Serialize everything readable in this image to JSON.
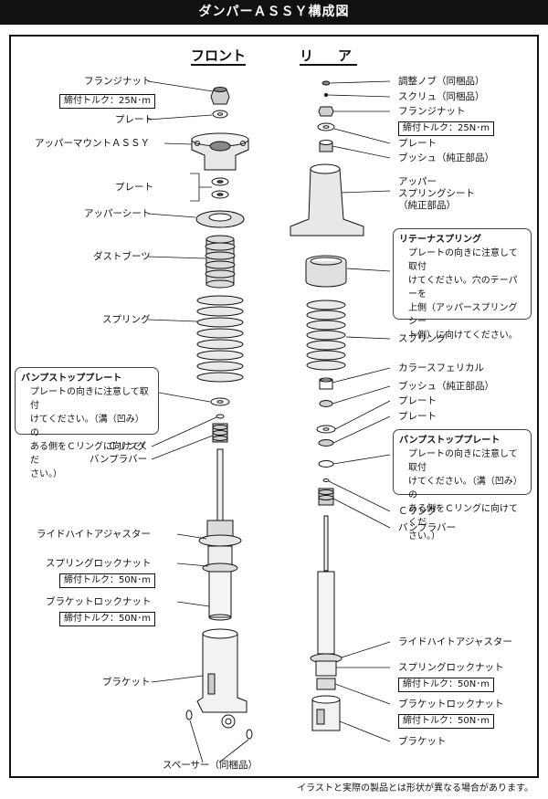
{
  "title": "ダンパーＡＳＳＹ構成図",
  "sections": {
    "front": "フロント",
    "rear": "リ　ア"
  },
  "front": {
    "flange_nut": "フランジナット",
    "torque_top": "締付トルク：25N･m",
    "plate_top": "プレート",
    "upper_mount": "アッパーマウントＡＳＳＹ",
    "plates": "プレート",
    "upper_seat": "アッパーシート",
    "dust_boot": "ダストブーツ",
    "spring": "スプリング",
    "bumpstop_title": "バンプストッププレート",
    "bumpstop_body": "プレートの向きに注意して取付\nけてください。（溝（凹み）の\nある側をＣリングに向けてくだ\nさい。）",
    "c_ring": "Ｃリング",
    "bump_rubber": "バンプラバー",
    "ride_height": "ライドハイトアジャスター",
    "spring_lock": "スプリングロックナット",
    "torque_spring": "締付トルク：50N･m",
    "bracket_lock": "ブラケットロックナット",
    "torque_bracket": "締付トルク：50N･m",
    "bracket": "ブラケット",
    "spacer": "スペーサー（同梱品）"
  },
  "rear": {
    "knob": "調整ノブ（同梱品）",
    "screw": "スクリュ（同梱品）",
    "flange_nut": "フランジナット",
    "torque_top": "締付トルク：25N･m",
    "plate": "プレート",
    "bush": "ブッシュ（純正部品）",
    "upper_seat": "アッパー\nスプリングシート\n（純正部品）",
    "retainer_title": "リテーナスプリング",
    "retainer_body": "プレートの向きに注意して取付\nけてください。穴のテーパーを\n上側（アッパースプリングシー\nト側）に向けてください。",
    "spring": "スプリング",
    "collar": "カラースフェリカル",
    "bush2": "ブッシュ（純正部品）",
    "plate2": "プレート",
    "plate3": "プレート",
    "bumpstop_title": "バンプストッププレート",
    "bumpstop_body": "プレートの向きに注意して取付\nけてください。（溝（凹み）の\nある側をＣリングに向けてくだ\nさい。）",
    "c_ring": "Ｃリング",
    "bump_rubber": "バンプラバー",
    "ride_height": "ライドハイトアジャスター",
    "spring_lock": "スプリングロックナット",
    "torque_spring": "締付トルク：50N･m",
    "bracket_lock": "ブラケットロックナット",
    "torque_bracket": "締付トルク：50N･m",
    "bracket": "ブラケット"
  },
  "footnote": "イラストと実際の製品とは形状が異なる場合があります。",
  "colors": {
    "ink": "#111111",
    "paper": "#ffffff",
    "shade": "#cfcfcf"
  }
}
